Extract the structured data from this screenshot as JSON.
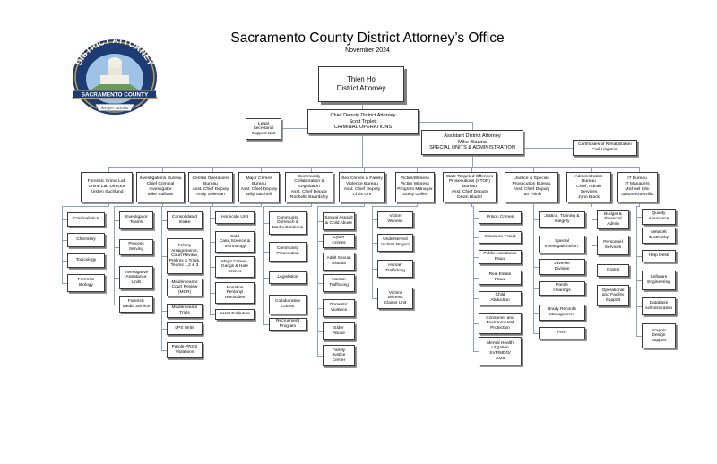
{
  "title": "Sacramento County District Attorney’s Office",
  "date": "November 2024",
  "logo": {
    "top": "DISTRICT ATTORNEY",
    "band": "SACRAMENTO COUNTY",
    "motto": "Semper Justitia"
  },
  "top": {
    "da": {
      "l1": "Thien  Ho",
      "l2": "District Attorney"
    },
    "legal": "Legal\nSecretarial\nSupport Unit",
    "cdda": {
      "l1": "Chief Deputy District Attorney",
      "l2": "Scott Triplett",
      "l3": "CRIMINAL OPERATIONS"
    },
    "ada": {
      "l1": "Assistant District Attorney",
      "l2": "Mike Blazina",
      "l3": "SPECIAL UNITS & ADMINISTRATION"
    },
    "cert": "Certificates of Rehabilitation\nCivil Litigation"
  },
  "bureaus": [
    "Forensic Crime Lab\nCrime Lab Director\nKirsten Suchland",
    "Investigations Bureau\nChief Criminal\nInvestigator\nMike Sullivan",
    "Central Operations\nBureau\nAsst. Chief Deputy\nAndy Soleman",
    "Major Crimes\nBureau\nAsst. Chief Deputy\nBilly Satchell",
    "Community\nCollaboration &\nLegislation\nAsst. Chief Deputy\nRochelle Beardsley",
    "Sex Crimes & Family\nViolence Bureau\nAsst. Chief Deputy\nChris Ore",
    "Victim/Witness\nVictim Witness\nProgram Manager\nDusty Geller",
    "State Targeted Offenses\nProsecutions (STOP)\nBureau\nAsst. Chief Deputy\nDawn Bladet",
    "Justice & Special\nProsecution Bureau\nAsst. Chief Deputy\nTan Thinh",
    "Administration\nBureau\nChief, Admin\nServices\nJohn Black",
    "IT Bureau\nIT Managers\nMichael Ishii\nJaison Kunnvilla"
  ],
  "units": [
    [
      "Criminalistics",
      "Chemistry",
      "Toxicology",
      "Forensic\nBiology"
    ],
    [
      "Investigator\nTeams",
      "Process\nServing",
      "Investigative\nAssistance\nUnits",
      "Forensic\nMedia Service"
    ],
    [
      "Consolidated\nIntake",
      "Felony\nArraignments,\nCourt Review,\nPrelims & Trials,\nTeams 1,2 & 3",
      "Misdemeanor\nCourt Review\n(MCR)",
      "Misdemeanor\nTrials",
      "LPS Writs",
      "Parole-PRCS\nViolations"
    ],
    [
      "Homicide Unit",
      "Cold\nCase,Science &\nTechnology",
      "Major Crimes,\nGangs & Hate\nCrimes",
      "Nonaltos\nFentanyl\nHomicides",
      "Asset Forfeiture"
    ],
    [
      "Community\nOutreach &\nMedia Relations",
      "Community\nProsecution",
      "Legislation",
      "Collaborative\nCourts",
      "Recruitment\nProgram"
    ],
    [
      "Sexual Assault\n& Child Abuse",
      "Cyber\nCrimes",
      "Adult Sexual\nAssault",
      "Human\nTrafficking",
      "Domestic\nViolence",
      "Elder\nAbuse",
      "Family\nJustice\nCenter"
    ],
    [
      "Victim\nWitness",
      "Underserved\nVictims Project",
      "Human\nTrafficking",
      "Victim/\nWitness\nClaims Unit"
    ],
    [
      "Prison Crimes",
      "Insurance Fraud",
      "Public Assistance\nFraud",
      "Real Estate\nFraud",
      "Child\nAbduction",
      "Consumer and\nEnvironmental\nProtection",
      "Mental Health\nLitigation\nSVP/MDO/\n1026"
    ],
    [
      "Justice, Training &\nIntegrity",
      "Special\nInvestigations/OIT",
      "Juvenile\nDivision",
      "Parole\nHearings",
      "Brady Records\nManagement",
      "PRA"
    ],
    [
      "Budget &\nFinancial\nAdmin",
      "Personnel\nServices",
      "Grants",
      "Operational\nand Facility\nSupport"
    ],
    [
      "Quality\nAssurance",
      "Network\n& Security",
      "Help Desk",
      "Software\nEngineering",
      "Database\nAdministration",
      "Graphic\nDesign\nSupport"
    ]
  ]
}
